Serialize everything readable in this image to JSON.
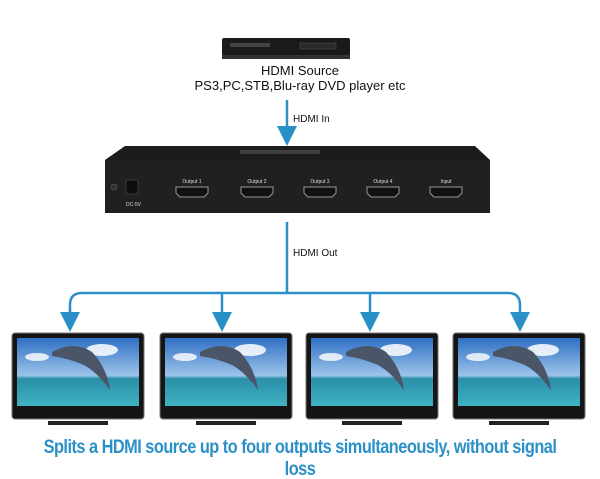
{
  "source": {
    "title": "HDMI Source",
    "subtitle": "PS3,PC,STB,Blu-ray DVD player etc"
  },
  "labels": {
    "hdmi_in": "HDMI  In",
    "hdmi_out": "HDMI Out"
  },
  "splitter": {
    "power_label": "DC-5V",
    "ports": [
      "Output 1",
      "Output 2",
      "Output 3",
      "Output 4",
      "Input"
    ]
  },
  "displays": [
    "tv-1",
    "tv-2",
    "tv-3",
    "tv-4"
  ],
  "caption": "Splits a HDMI source up to four outputs simultaneously, without signal loss",
  "colors": {
    "accent": "#2b90c8",
    "device": "#1c1c1c"
  }
}
